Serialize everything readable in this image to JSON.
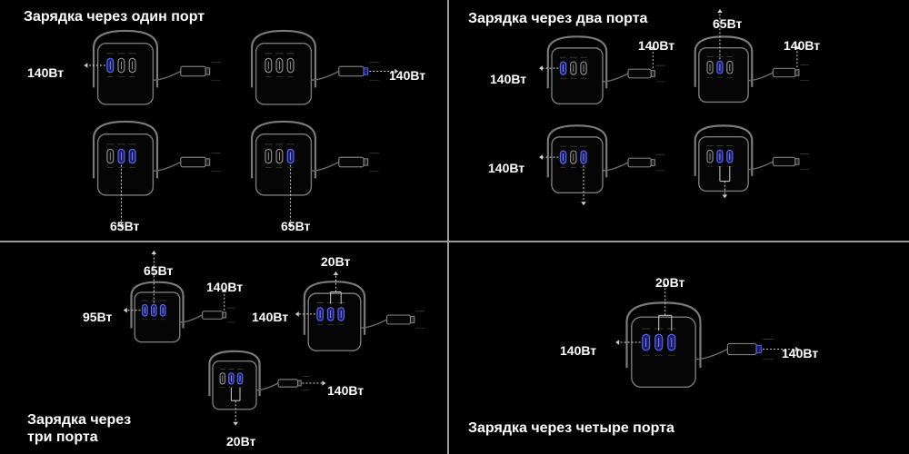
{
  "panels": {
    "one_port": {
      "title": "Зарядка через один порт",
      "labels": [
        "140Вт",
        "140Вт",
        "65Вт",
        "65Вт"
      ]
    },
    "two_ports": {
      "title": "Зарядка через два порта",
      "labels": [
        "140Вт",
        "140Вт",
        "65Вт",
        "140Вт",
        "140Вт"
      ]
    },
    "three_ports": {
      "title_line1": "Зарядка через",
      "title_line2": "три порта",
      "labels": [
        "95Вт",
        "65Вт",
        "140Вт",
        "20Вт",
        "140Вт",
        "140Вт",
        "20Вт"
      ]
    },
    "four_ports": {
      "title": "Зарядка через четыре порта",
      "labels": [
        "20Вт",
        "140Вт",
        "140Вт"
      ]
    }
  },
  "colors": {
    "background": "#000000",
    "divider": "#9a9a9a",
    "hub_outline": "#7a7a7a",
    "active_port": "#5b63e8",
    "arrow": "#cfcfcf",
    "text": "#ffffff"
  }
}
